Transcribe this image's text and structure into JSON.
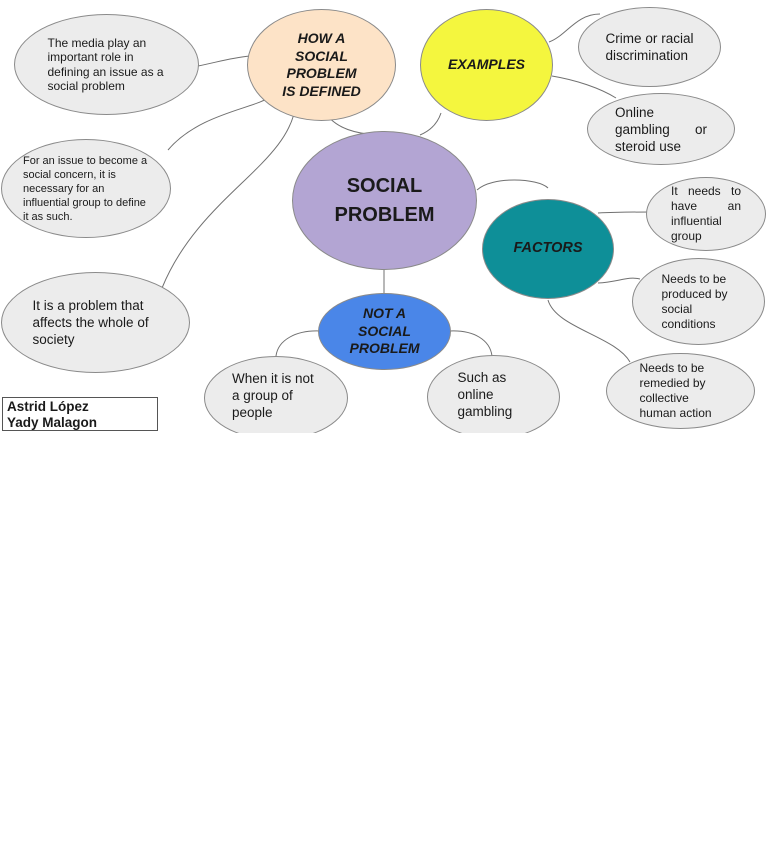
{
  "center": {
    "title_line1": "SOCIAL",
    "title_line2": "PROBLEM",
    "color": "#b3a5d3"
  },
  "how_defined": {
    "lines": [
      "HOW A",
      "SOCIAL",
      "PROBLEM",
      "IS DEFINED"
    ],
    "color": "#fde3c7",
    "notes": [
      "The media play an important role in defining an issue as a social problem",
      "For an issue to become a social concern, it is necessary for an influential group to define it as such.",
      "It is a problem that affects the whole of society"
    ]
  },
  "examples": {
    "label": "EXAMPLES",
    "color": "#f4f63e",
    "notes": [
      "Crime or racial discrimination",
      "Online gambling or steroid use"
    ]
  },
  "factors": {
    "label": "FACTORS",
    "color": "#0e8f98",
    "notes": [
      "It needs to have an influential group",
      "Needs to be produced by social conditions",
      "Needs to be remedied by collective human action"
    ]
  },
  "not_social": {
    "lines": [
      "NOT A",
      "SOCIAL",
      "PROBLEM"
    ],
    "color": "#4a86e8",
    "notes": [
      "When it is not a group of people",
      "Such as online gambling"
    ]
  },
  "authors": [
    "Astrid López",
    "Yady Malagon"
  ],
  "colors": {
    "note_fill": "#ececec",
    "connector": "#707070"
  }
}
